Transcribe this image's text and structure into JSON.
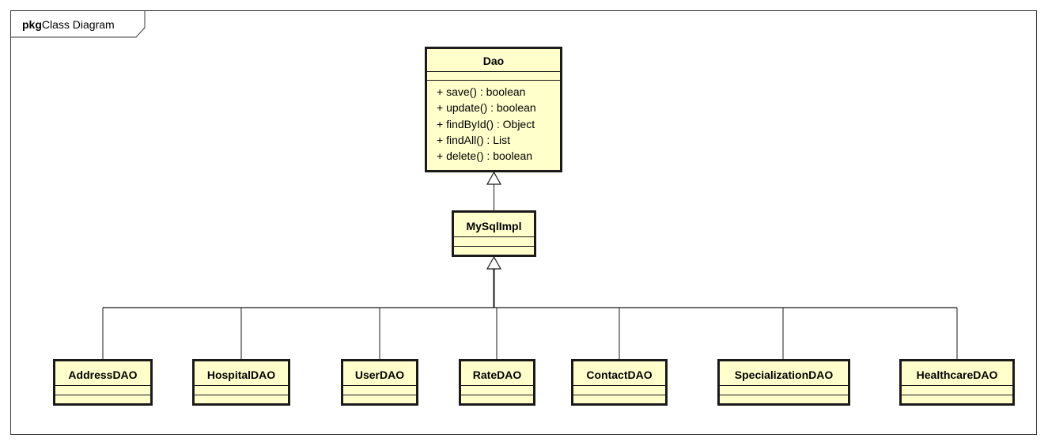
{
  "frame": {
    "keyword": "pkg",
    "title": "Class Diagram"
  },
  "dao": {
    "name": "Dao",
    "operations": [
      "+ save() : boolean",
      "+ update() : boolean",
      "+ findById() : Object",
      "+ findAll() : List",
      "+ delete() : boolean"
    ]
  },
  "impl": {
    "name": "MySqlImpl"
  },
  "subclasses": [
    {
      "name": "AddressDAO"
    },
    {
      "name": "HospitalDAO"
    },
    {
      "name": "UserDAO"
    },
    {
      "name": "RateDAO"
    },
    {
      "name": "ContactDAO"
    },
    {
      "name": "SpecializationDAO"
    },
    {
      "name": "HealthcareDAO"
    }
  ],
  "colors": {
    "class_fill": "#ffffcc",
    "border": "#1a1a1a",
    "frame": "#3a3a3a"
  }
}
